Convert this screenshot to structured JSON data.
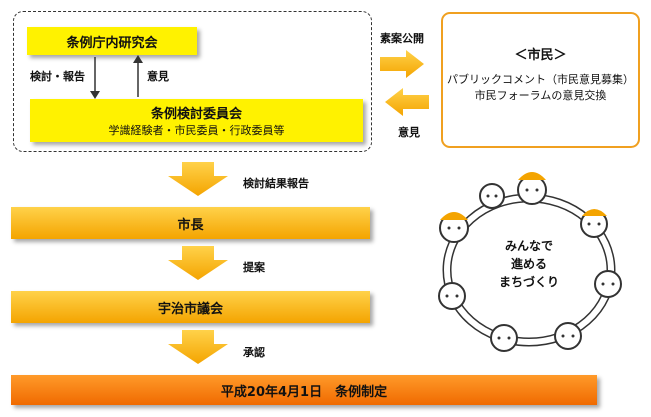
{
  "boxes": {
    "internal_study": "条例庁内研究会",
    "committee_title": "条例検討委員会",
    "committee_members": "学識経験者・市民委員・行政委員等",
    "citizen_title": "＜市民＞",
    "citizen_line1": "パブリックコメント（市民意見募集）",
    "citizen_line2": "市民フォーラムの意見交換",
    "mayor": "市長",
    "council": "宇治市議会",
    "enactment": "平成20年4月1日　条例制定"
  },
  "labels": {
    "review_report": "検討・報告",
    "opinion_up": "意見",
    "draft_public": "素案公開",
    "opinion_back": "意見",
    "review_result_report": "検討結果報告",
    "proposal": "提案",
    "approval": "承認"
  },
  "illustration": {
    "text_line1": "みんなで",
    "text_line2": "進める",
    "text_line3": "まちづくり"
  },
  "colors": {
    "yellow": "#fff200",
    "orange_light": "#ffd24a",
    "orange": "#f4a400",
    "orange_dark": "#f06a00"
  }
}
